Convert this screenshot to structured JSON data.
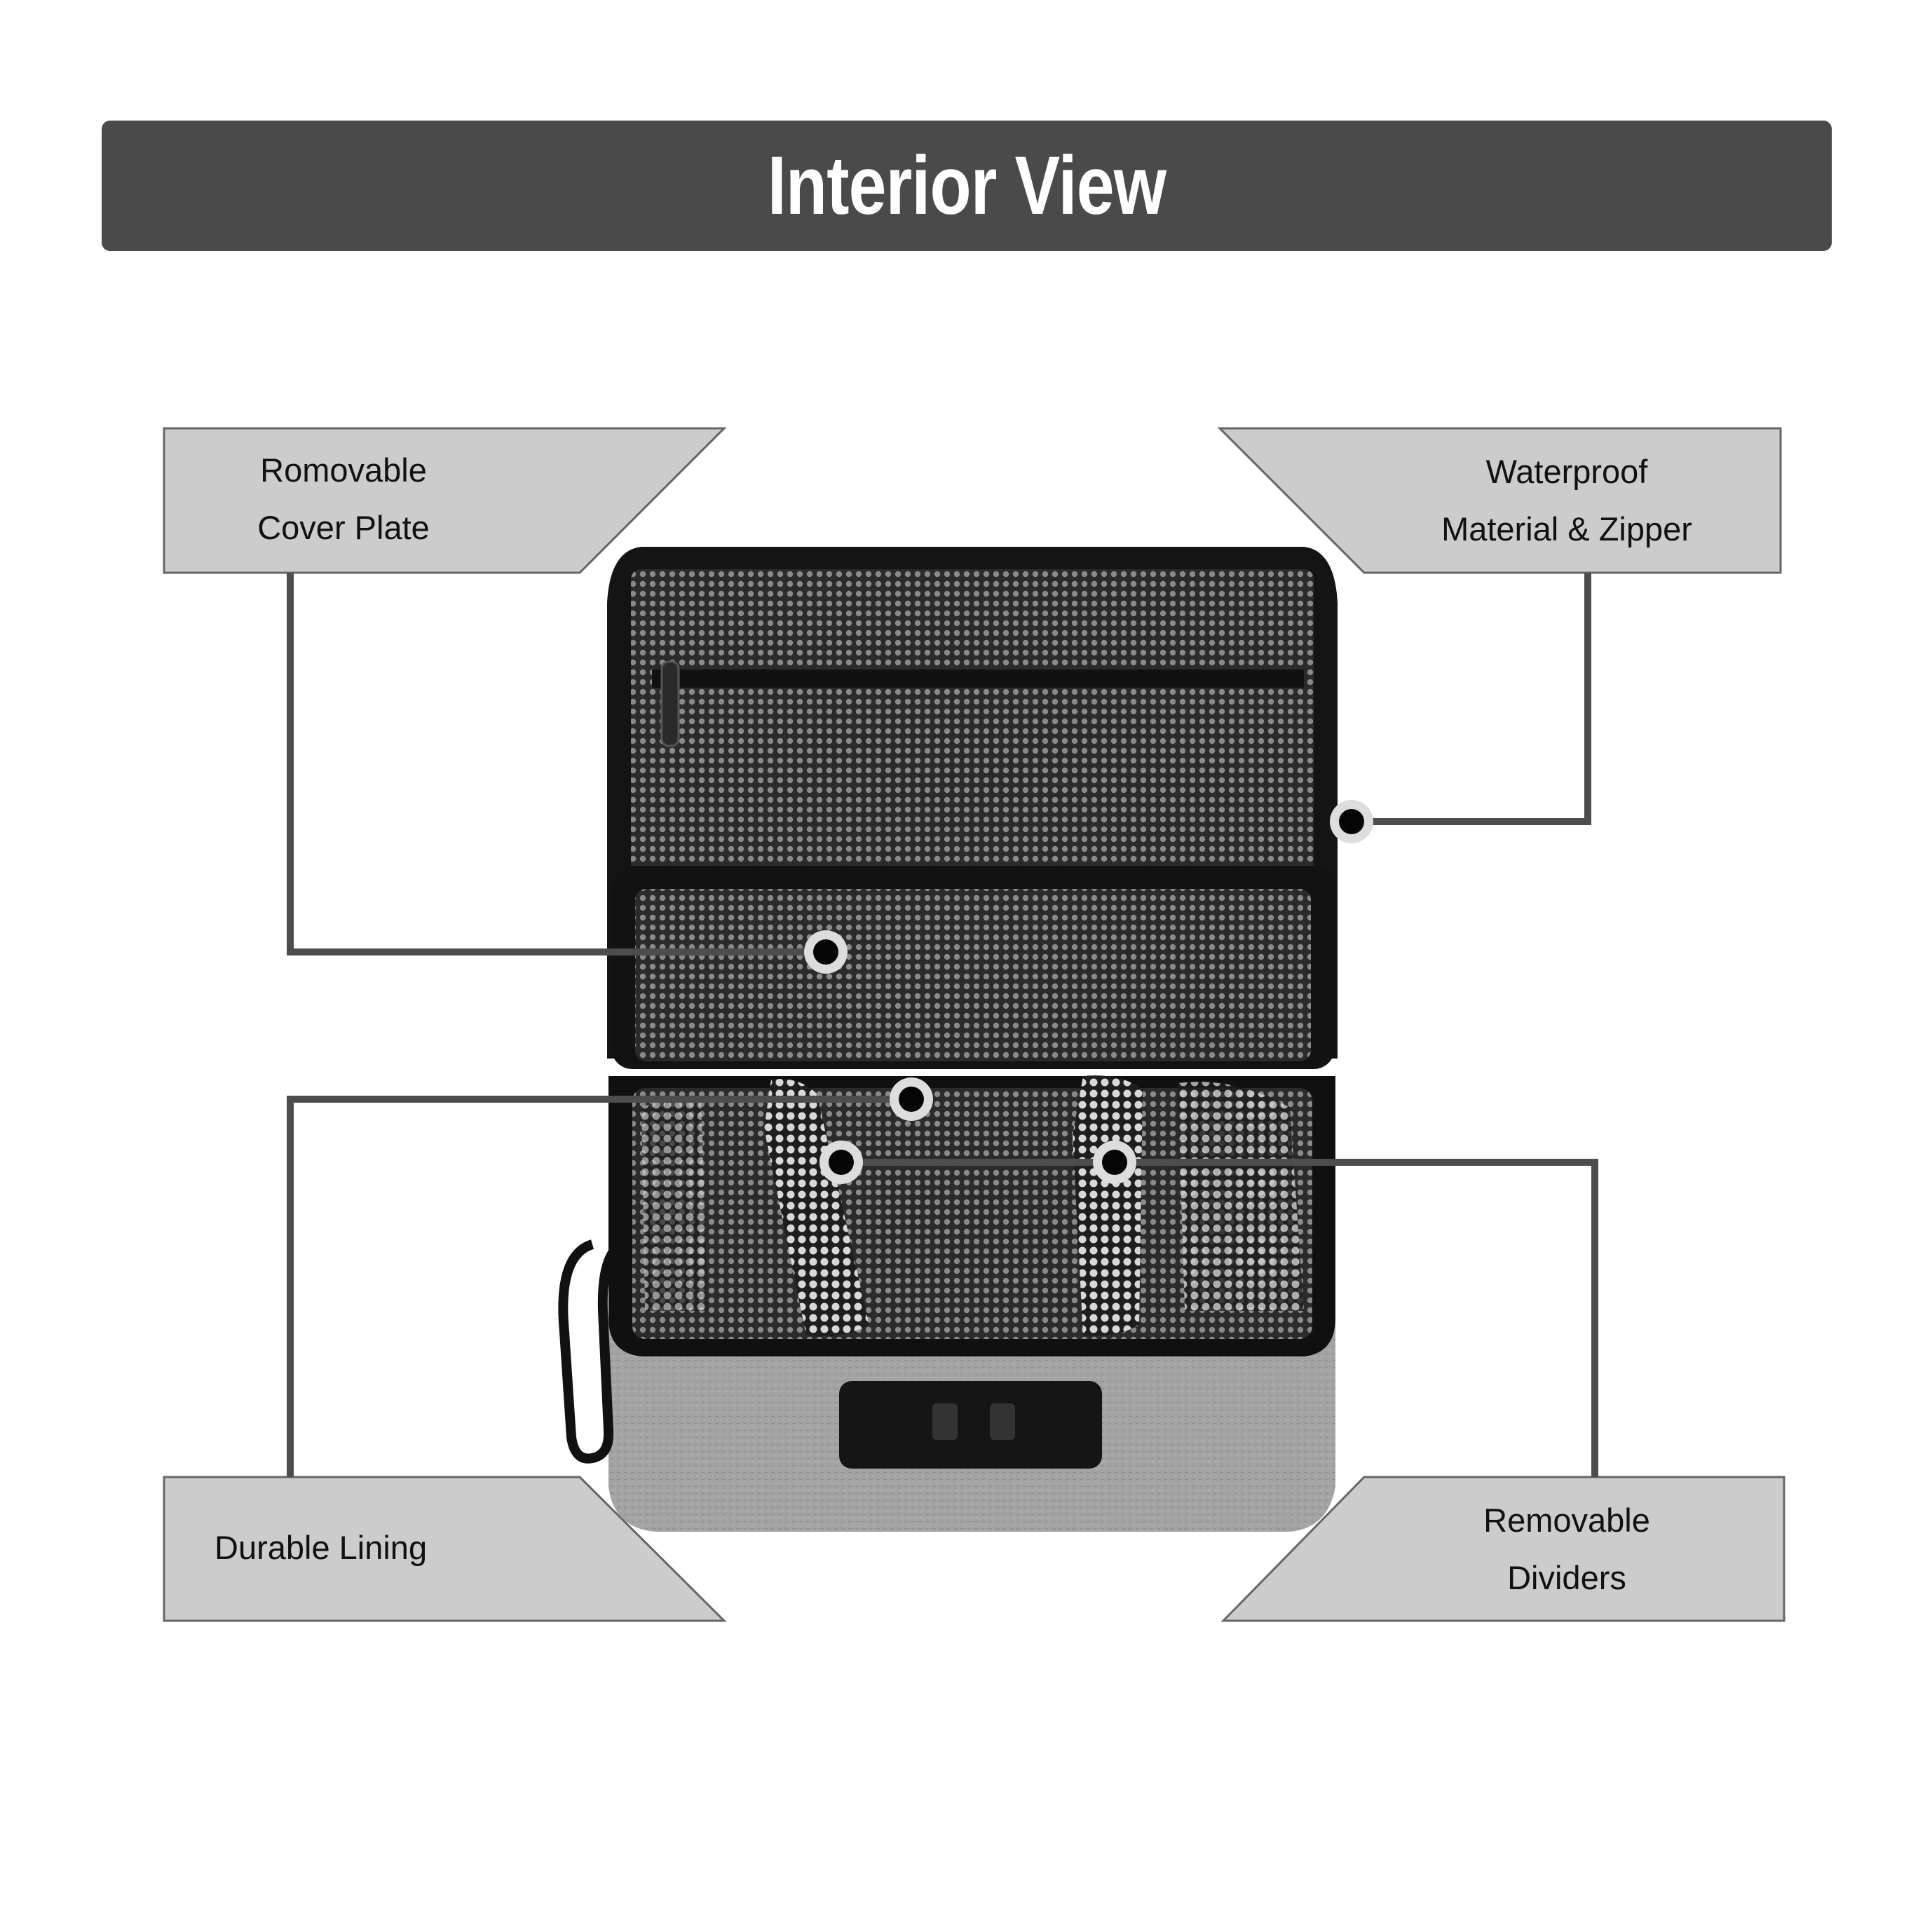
{
  "title": "Interior View",
  "colors": {
    "title_bg": "#4a4a4a",
    "title_text": "#ffffff",
    "callout_bg": "#cccccc",
    "leader_line": "#4d4d4d",
    "bag_fabric": "#9a9a9a",
    "mesh": "#3a3a3a"
  },
  "callouts": [
    {
      "id": "cover-plate",
      "lines": [
        "Romovable",
        "Cover Plate"
      ]
    },
    {
      "id": "waterproof",
      "lines": [
        "Waterproof",
        "Material & Zipper"
      ]
    },
    {
      "id": "lining",
      "lines": [
        "Durable Lining"
      ]
    },
    {
      "id": "dividers",
      "lines": [
        "Removable",
        "Dividers"
      ]
    }
  ]
}
